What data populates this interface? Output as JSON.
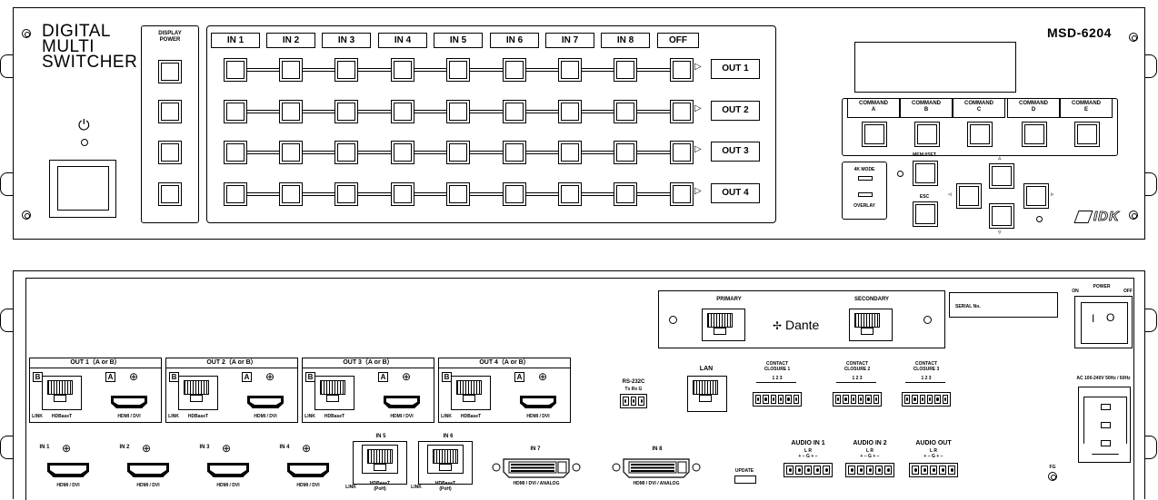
{
  "front": {
    "brand_line1": "DIGITAL",
    "brand_line2": "MULTI",
    "brand_line3": "SWITCHER",
    "model": "MSD-6204",
    "power_icon": "power-icon",
    "display_power_label": "DISPLAY\nPOWER",
    "inputs": [
      "IN 1",
      "IN 2",
      "IN 3",
      "IN 4",
      "IN 5",
      "IN 6",
      "IN 7",
      "IN 8",
      "OFF"
    ],
    "outputs": [
      "OUT 1",
      "OUT 2",
      "OUT 3",
      "OUT 4"
    ],
    "commands": [
      "COMMAND\nA",
      "COMMAND\nB",
      "COMMAND\nC",
      "COMMAND\nD",
      "COMMAND\nE"
    ],
    "mode_4k": "4K MODE",
    "overlay": "OVERLAY",
    "menu_set": "MENU/SET",
    "esc": "ESC",
    "logo": "IDK"
  },
  "rear": {
    "primary": "PRIMARY",
    "secondary": "SECONDARY",
    "dante": "Dante",
    "serial": "SERIAL No.",
    "power_on": "ON",
    "power_label": "POWER",
    "power_off": "OFF",
    "ac_label": "AC 100-240V 50Hz / 60Hz",
    "out_groups": [
      "OUT 1（A or B）",
      "OUT 2（A or B）",
      "OUT 3（A or B）",
      "OUT 4（A or B）"
    ],
    "port_a": "A",
    "port_b": "B",
    "link": "LINK",
    "hdbaset": "HDBaseT",
    "hdmi_dvi": "HDMI / DVI",
    "rs232c": "RS-232C",
    "rs232c_pins": "Tx  Rx  G",
    "lan": "LAN",
    "contact_closures": [
      "CONTACT\nCLOSURE 1",
      "CONTACT\nCLOSURE 2",
      "CONTACT\nCLOSURE 3"
    ],
    "contact_pins": "1   2   3",
    "in_hdmi": [
      "IN 1",
      "IN 2",
      "IN 3",
      "IN 4"
    ],
    "in5": "IN 5",
    "in6": "IN 6",
    "hdbaset_poh": "HDBaseT\n(PoH)",
    "in7": "IN 7",
    "in8": "IN 8",
    "analog": "HDMI / DVI / ANALOG",
    "update": "UPDATE",
    "audio_in1": "AUDIO IN 1",
    "audio_in2": "AUDIO IN 2",
    "audio_out": "AUDIO OUT",
    "audio_pins": "+ −  G  + −",
    "audio_lr": "L          R",
    "fg": "FG"
  }
}
